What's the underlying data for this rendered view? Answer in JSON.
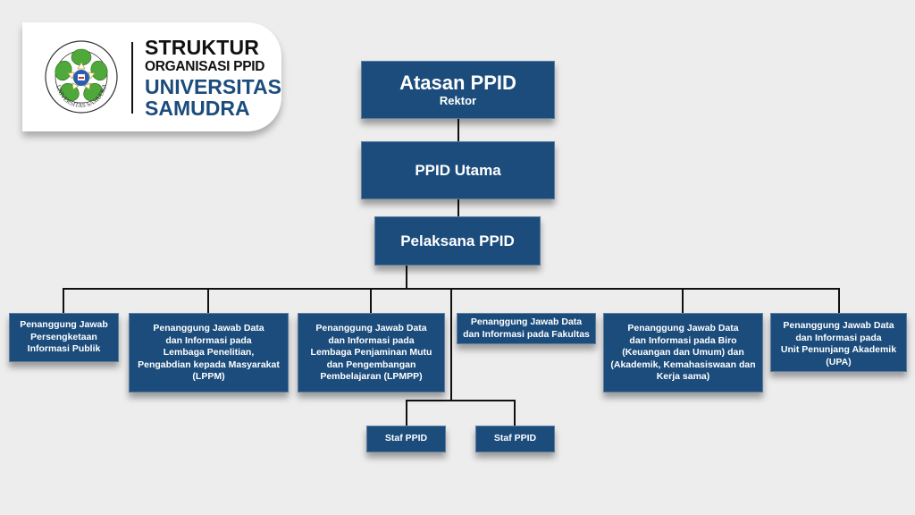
{
  "header": {
    "title_line1": "STRUKTUR",
    "title_line2": "ORGANISASI PPID",
    "title_line3": "UNIVERSITAS",
    "title_line4": "SAMUDRA",
    "logo_text": "UNIVERSITAS SAMUDRA"
  },
  "colors": {
    "box": "#1b4c7c",
    "accent": "#1c4c7c",
    "logo_green": "#4ea83a"
  },
  "nodes": {
    "atasan": {
      "title": "Atasan PPID",
      "subtitle": "Rektor"
    },
    "utama": {
      "title": "PPID Utama"
    },
    "pelaksana": {
      "title": "Pelaksana PPID"
    },
    "children": [
      {
        "lines": [
          "Penanggung Jawab",
          "Persengketaan",
          "Informasi Publik"
        ]
      },
      {
        "lines": [
          "Penanggung Jawab Data",
          "dan Informasi pada",
          "Lembaga Penelitian,",
          "Pengabdian kepada Masyarakat",
          "(LPPM)"
        ]
      },
      {
        "lines": [
          "Penanggung Jawab Data",
          "dan Informasi pada",
          "Lembaga Penjaminan Mutu",
          "dan Pengembangan",
          "Pembelajaran (LPMPP)"
        ]
      },
      {
        "lines": [
          "Penanggung Jawab Data",
          "dan Informasi pada Fakultas"
        ]
      },
      {
        "lines": [
          "Penanggung Jawab Data",
          "dan Informasi pada Biro",
          "(Keuangan dan Umum) dan",
          "(Akademik, Kemahasiswaan dan",
          "Kerja sama)"
        ]
      },
      {
        "lines": [
          "Penanggung Jawab Data",
          "dan Informasi pada",
          "Unit Penunjang Akademik",
          "(UPA)"
        ]
      }
    ],
    "staff": [
      {
        "title": "Staf PPID"
      },
      {
        "title": "Staf PPID"
      }
    ]
  }
}
